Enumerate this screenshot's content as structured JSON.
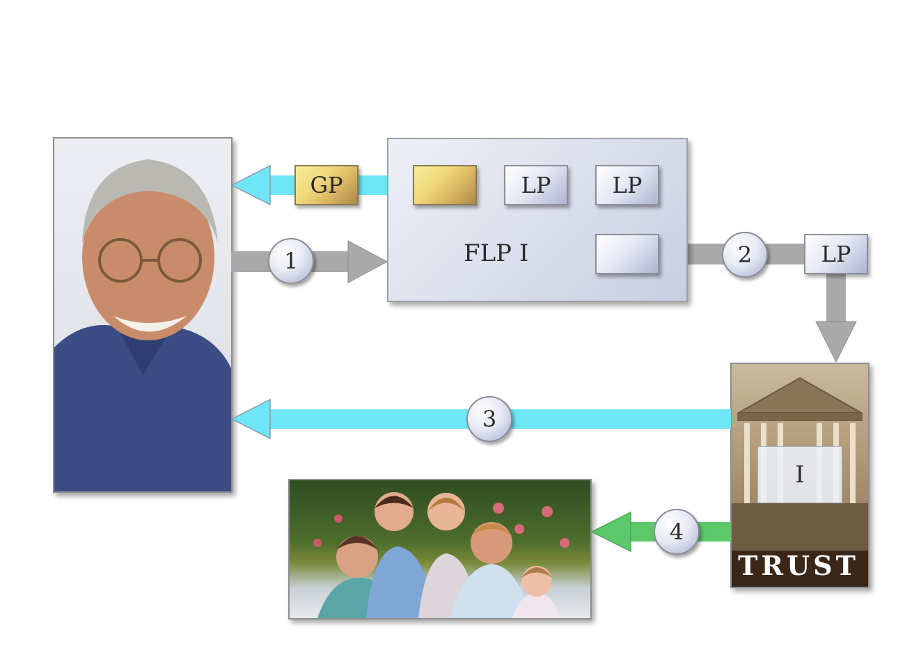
{
  "flp": {
    "label": "FLP I"
  },
  "chips": {
    "gp": "GP",
    "lp1": "LP",
    "lp2": "LP",
    "lp_out": "LP"
  },
  "steps": {
    "s1": "1",
    "s2": "2",
    "s3": "3",
    "s4": "4"
  },
  "trust": {
    "label": "TRUST",
    "inner": "I"
  },
  "colors": {
    "cyan_arrow": "#6ee6f5",
    "gray_arrow": "#a9a9a9",
    "green_arrow": "#5cc86a",
    "gold_chip": "#f0d77a"
  },
  "icons": {
    "grandfather": "grandfather-photo",
    "family": "family-photo",
    "trust_building": "trust-building-photo"
  }
}
